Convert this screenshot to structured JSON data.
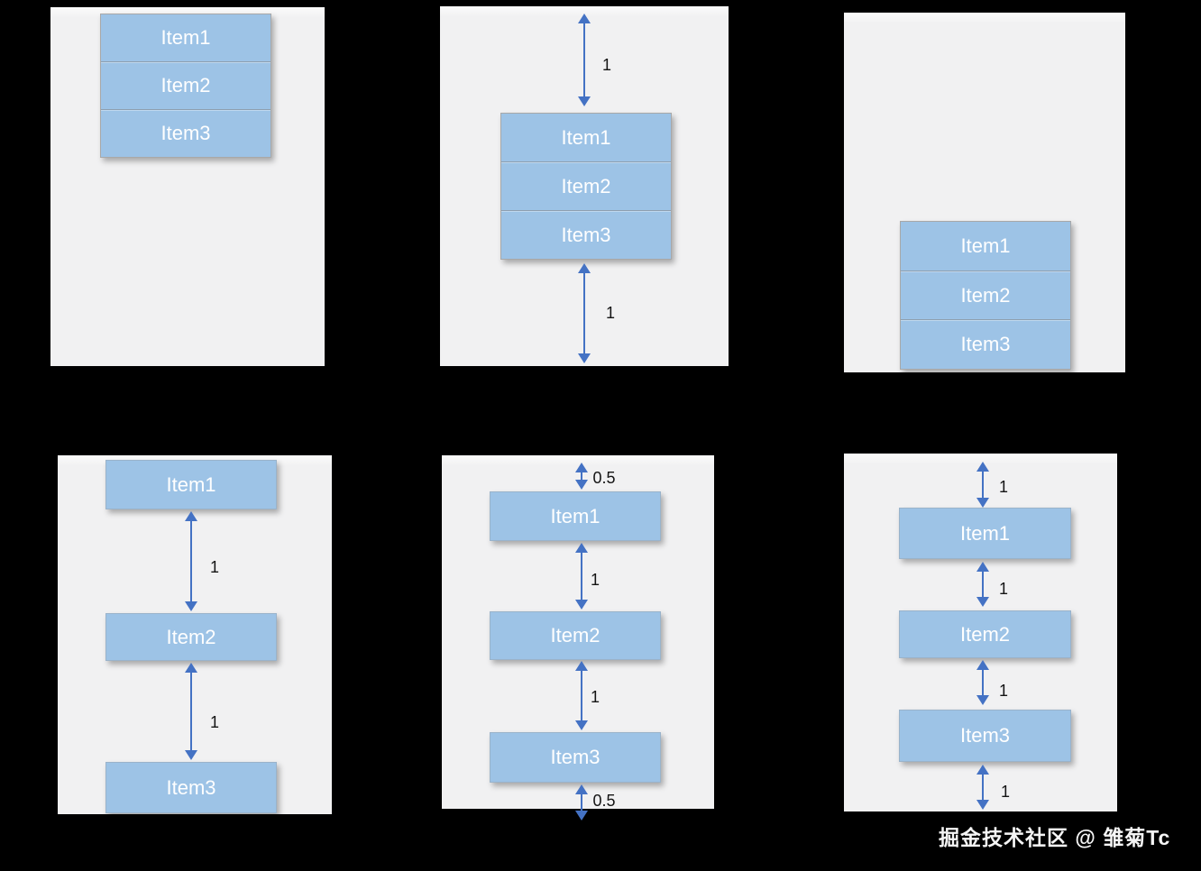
{
  "colors": {
    "background": "#000000",
    "panel_background": "#f1f1f2",
    "item_fill": "#9dc3e6",
    "item_text": "#ffffff",
    "arrow": "#4472c4",
    "gap_label_text": "#141414",
    "watermark_text": "#f5f5f5"
  },
  "panels": [
    {
      "items": [
        "Item1",
        "Item2",
        "Item3"
      ],
      "gap_labels": []
    },
    {
      "items": [
        "Item1",
        "Item2",
        "Item3"
      ],
      "gap_labels": [
        "1",
        "1"
      ]
    },
    {
      "items": [
        "Item1",
        "Item2",
        "Item3"
      ],
      "gap_labels": []
    },
    {
      "items": [
        "Item1",
        "Item2",
        "Item3"
      ],
      "gap_labels": [
        "1",
        "1"
      ]
    },
    {
      "items": [
        "Item1",
        "Item2",
        "Item3"
      ],
      "gap_labels": [
        "0.5",
        "1",
        "1",
        "0.5"
      ]
    },
    {
      "items": [
        "Item1",
        "Item2",
        "Item3"
      ],
      "gap_labels": [
        "1",
        "1",
        "1",
        "1"
      ]
    }
  ],
  "watermark": "掘金技术社区 @ 雏菊Tc"
}
